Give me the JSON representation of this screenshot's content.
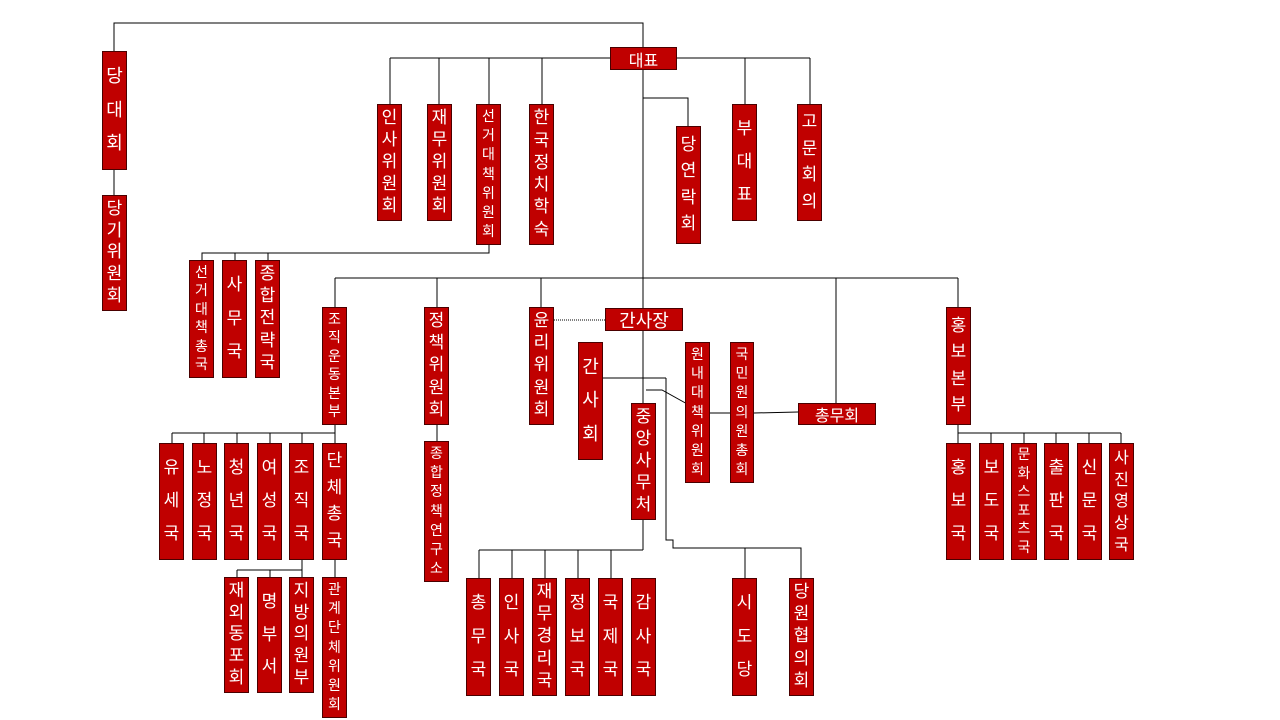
{
  "org": {
    "top": "대표",
    "party_congress": "당대회",
    "party_ethics": "당기위원회",
    "personnel": "인사위원회",
    "finance": "재무위원회",
    "election_committee": "선거대책위원회",
    "politics_school": "한국정치학숙",
    "liaison": "당연락회",
    "vice": "부대표",
    "advisory": "고문회의",
    "election_hq": "선거대책총국",
    "office": "사무국",
    "strategy": "종합전략국",
    "secretary_general": "간사장",
    "organizing": "조직운동본부",
    "policy": "정책위원회",
    "ethics": "윤리위원회",
    "secretary": "간사회",
    "central_office": "중앙사무처",
    "floor_policy": "원내대책위원회",
    "general_assembly": "국민원의원총회",
    "general_affairs": "총무회",
    "pr_hq": "홍보본부",
    "yusei": "유세국",
    "labor": "노정국",
    "youth": "청년국",
    "women": "여성국",
    "organization": "조직국",
    "groups": "단체총국",
    "overseas": "재외동포회",
    "roster": "명부서",
    "local": "지방의원부",
    "related_groups": "관계단체위원회",
    "policy_institute": "종합정책연구소",
    "ga_bureau": "총무국",
    "hr_bureau": "인사국",
    "finance_bureau": "재무경리국",
    "info_bureau": "정보국",
    "intl_bureau": "국제국",
    "audit_bureau": "감사국",
    "provincial": "시도당",
    "member_council": "당원협의회",
    "pr_bureau": "홍보국",
    "press": "보도국",
    "culture": "문화스포츠국",
    "publishing": "출판국",
    "newspaper": "신문국",
    "photo": "사진영상국"
  },
  "colors": {
    "box": "#c00000",
    "text": "#ffffff",
    "line": "#000000"
  }
}
